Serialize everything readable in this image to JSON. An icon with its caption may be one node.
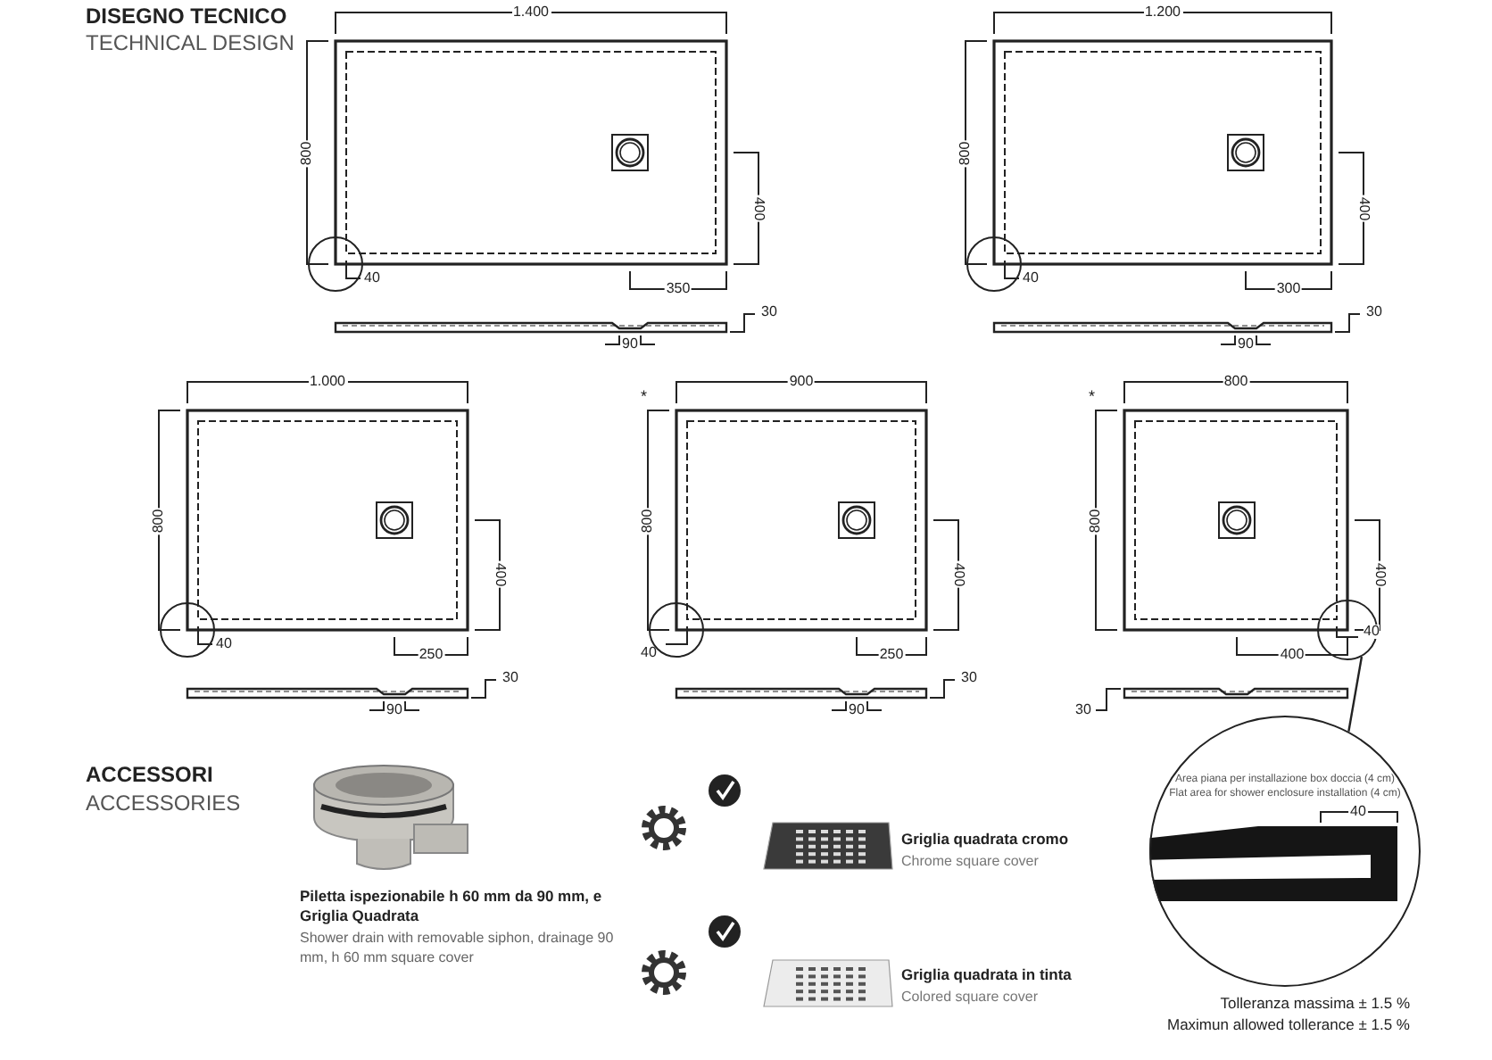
{
  "diagram": {
    "nodes": [
      {
        "text": [],
        "shape": "circle"
      },
      {
        "text": [
          "Area piana per installazione box doccia (4 cm)",
          "Flat area for shower enclosure installation (4 cm)"
        ]
      }
    ],
    "edges": [
      {
        "from": 0,
        "to": 1,
        "arrow": "none"
      }
    ],
    "labels": [
      "DISEGNO TECNICO",
      "TECHNICAL DESIGN",
      "1.400",
      "800",
      "400",
      "40",
      "350",
      "30",
      "90",
      "1.200",
      "800",
      "400",
      "40",
      "300",
      "30",
      "90",
      "1.000",
      "800",
      "400",
      "40",
      "250",
      "30",
      "90",
      "*",
      "900",
      "800",
      "400",
      "40",
      "250",
      "30",
      "90",
      "*",
      "800",
      "800",
      "400",
      "40",
      "400",
      "30",
      "ACCESSORI",
      "ACCESSORIES",
      "Piletta ispezionabile h 60 mm da 90 mm, e Griglia Quadrata",
      "Shower drain with removable siphon, drainage 90 mm, h 60 mm square cover",
      "Griglia quadrata cromo",
      "Chrome square cover",
      "Griglia quadrata in tinta",
      "Colored square cover",
      "Tolleranza massima ± 1.5 %",
      "Maximun allowed tollerance ± 1.5 %",
      "40"
    ]
  }
}
